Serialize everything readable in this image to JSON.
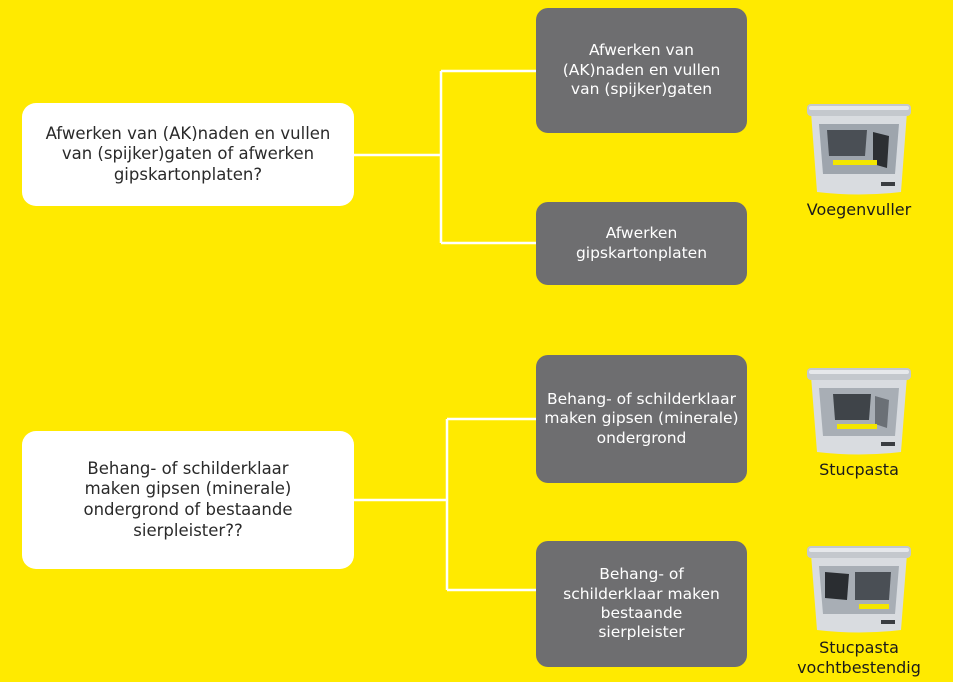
{
  "questions": [
    {
      "text": "Afwerken van (AK)naden en vullen van (spijker)gaten of afwerken gipskartonplaten?"
    },
    {
      "text": "Behang- of schilderklaar maken gipsen (minerale) ondergrond of bestaande sierpleister??"
    }
  ],
  "answers": [
    {
      "text": "Afwerken van (AK)naden en vullen van (spijker)gaten"
    },
    {
      "text": "Afwerken gipskartonplaten"
    },
    {
      "text": "Behang- of schilderklaar maken gipsen (minerale) ondergrond"
    },
    {
      "text": "Behang- of schilderklaar maken bestaande sierpleister"
    }
  ],
  "products": [
    {
      "name": "Voegenvuller"
    },
    {
      "name": "Stucpasta"
    },
    {
      "name": "Stucpasta vochtbestendig"
    }
  ],
  "colors": {
    "background": "#FFEA00",
    "question_box": "#FFFFFF",
    "answer_box": "#6E6E70",
    "connector": "#FFFFFF"
  }
}
